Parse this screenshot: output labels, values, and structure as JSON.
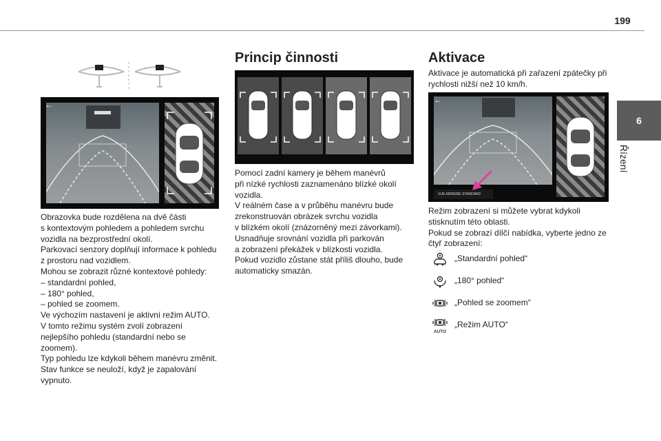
{
  "page": {
    "number": "199",
    "chapter_number": "6",
    "chapter_title": "Řízení"
  },
  "col1": {
    "lines": [
      "Obrazovka bude rozdělena na dvě části",
      "s kontextovým pohledem a pohledem svrchu",
      "vozidla na bezprostřední okolí.",
      "Parkovací senzory doplňují informace k pohledu",
      "z prostoru nad vozidlem.",
      "Mohou se zobrazit různé kontextové pohledy:",
      "–  standardní pohled,",
      "–  180° pohled,",
      "–  pohled se zoomem.",
      "Ve výchozím nastavení je aktivní režim AUTO.",
      "V tomto režimu systém zvolí zobrazení",
      "nejlepšího pohledu (standardní nebo se",
      "zoomem).",
      "Typ pohledu lze kdykoli během manévru změnit.",
      "Stav funkce se neuloží, když je zapalování",
      "vypnuto."
    ]
  },
  "col2": {
    "heading": "Princip činnosti",
    "lines": [
      "Pomocí zadní kamery je během manévrů",
      "při nízké rychlosti zaznamenáno blízké okolí",
      "vozidla.",
      "V reálném čase a v průběhu manévru bude",
      "zrekonstruován obrázek svrchu vozidla",
      "v blízkém okolí (znázorněný mezi závorkami).",
      "Usnadňuje srovnání vozidla při parkován",
      "a zobrazení překážek v blízkosti vozidla.",
      "Pokud vozidlo zůstane stát příliš dlouho, bude",
      "automaticky smazán."
    ]
  },
  "col3": {
    "heading": "Aktivace",
    "intro_lines": [
      "Aktivace je automatická při zařazení zpátečky při",
      "rychlosti nižší než 10 km/h."
    ],
    "screen_bar_label": "VUE ARRIERE STANDARD",
    "lines": [
      "Režim zobrazení si můžete vybrat kdykoli",
      "stisknutím této oblasti.",
      "Pokud se zobrazí dílčí nabídka, vyberte jedno ze",
      "čtyř zobrazení:"
    ],
    "options": [
      {
        "label": "„Standardní pohled“",
        "icon": "standard-view-icon"
      },
      {
        "label": "„180° pohled“",
        "icon": "view-180-icon"
      },
      {
        "label": "„Pohled se zoomem“",
        "icon": "zoom-view-icon"
      },
      {
        "label": "„Režim AUTO“",
        "icon": "auto-mode-icon",
        "icon_text": "AUTO"
      }
    ]
  },
  "colors": {
    "tab": "#5c5c5c",
    "rule": "#9a9a9a",
    "arrow": "#e040a0"
  }
}
